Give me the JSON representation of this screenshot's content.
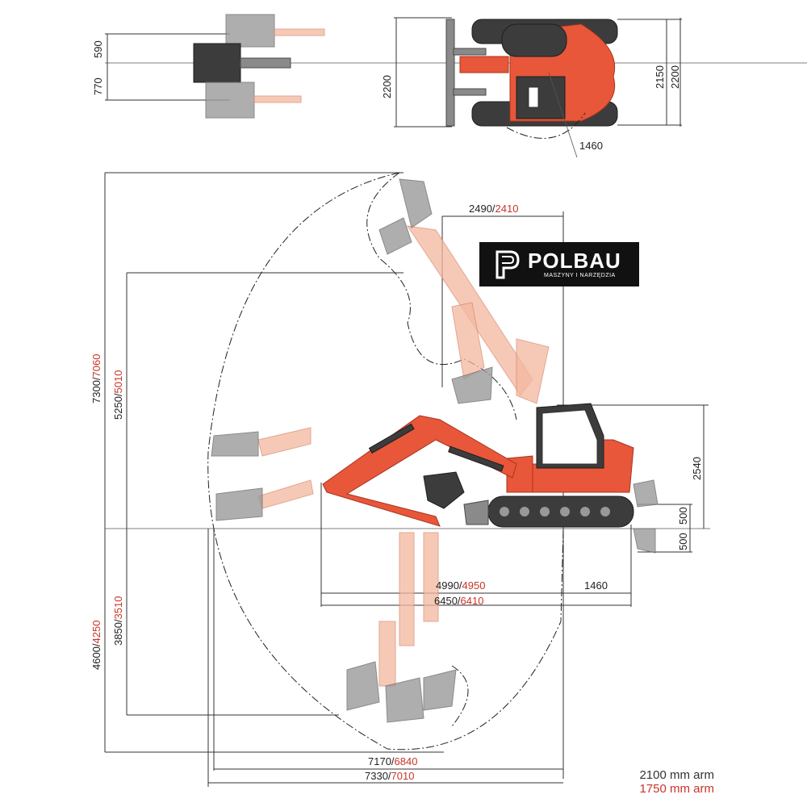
{
  "brand": {
    "name": "POLBAU",
    "subtitle": "MASZYNY I NARZĘDZIA",
    "logo_bg": "#111111"
  },
  "colors": {
    "machine": "#e8573a",
    "alt_value": "#c8352a",
    "ghost": "#f4b8a0"
  },
  "top_view": {
    "offset_left": "590",
    "offset_right": "770",
    "width_overall": "2200",
    "track_width": "2150",
    "track_width_2": "2200",
    "tail_radius": "1460"
  },
  "side_view": {
    "max_height": {
      "a": "7300",
      "b": "7060"
    },
    "max_dump_height": {
      "a": "5250",
      "b": "5010"
    },
    "max_dig_depth": {
      "a": "4600",
      "b": "4250"
    },
    "max_vertical_wall": {
      "a": "3850",
      "b": "3510"
    },
    "min_swing_radius": {
      "a": "2490",
      "b": "2410"
    },
    "cab_height": "2540",
    "blade_up": "500",
    "blade_down": "500",
    "boom_reach_a": {
      "a": "4990",
      "b": "4950"
    },
    "tail_offset": "1460",
    "transport_length": {
      "a": "6450",
      "b": "6410"
    },
    "reach_at_ground": {
      "a": "7170",
      "b": "6840"
    },
    "max_reach": {
      "a": "7330",
      "b": "7010"
    }
  },
  "legend": {
    "arm_long": "2100 mm arm",
    "arm_short": "1750 mm arm"
  }
}
